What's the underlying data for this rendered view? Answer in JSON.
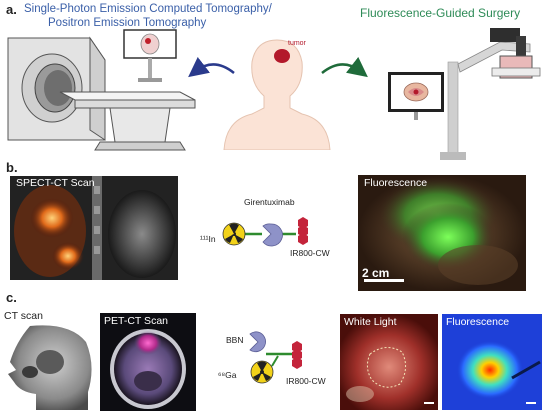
{
  "panel_a": {
    "letter": "a.",
    "title_line1": "Single-Photon Emission Computed Tomography/",
    "title_line2": "Positron Emission Tomography",
    "tumor_label": "tumor",
    "right_title": "Fluorescence-Guided Surgery"
  },
  "panel_b": {
    "letter": "b.",
    "scan_label": "SPECT-CT Scan",
    "isotope": "¹¹¹In",
    "antibody": "Girentuximab",
    "dye": "IR800-CW",
    "fluor_label": "Fluorescence",
    "scale_label": "2 cm"
  },
  "panel_c": {
    "letter": "c.",
    "ct_label": "CT scan",
    "petct_label": "PET-CT Scan",
    "peptide": "BBN",
    "isotope": "⁶⁸Ga",
    "dye": "IR800-CW",
    "white_light_label": "White Light",
    "fluor_label": "Fluorescence"
  },
  "colors": {
    "blue_title": "#3a5fa8",
    "green_title": "#2e8b57",
    "tumor": "#b3192b",
    "arrow_blue": "#2a3a8c",
    "arrow_green": "#1f6b3a",
    "linker": "#2e8b2e",
    "antibody": "#8e92c8",
    "dye": "#c4243b",
    "radio": "#f2d21a"
  }
}
